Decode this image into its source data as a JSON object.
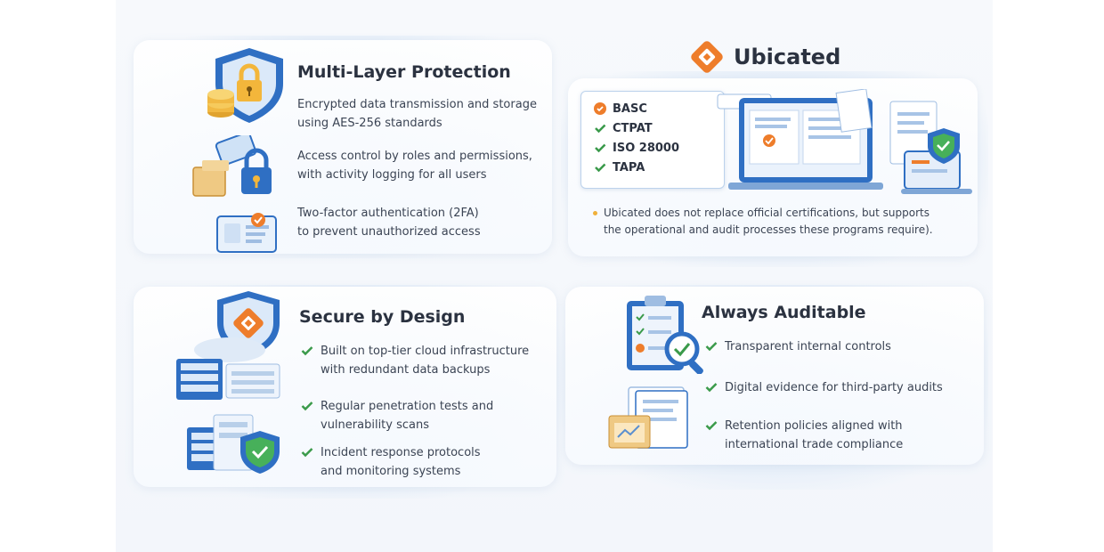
{
  "colors": {
    "accent_orange": "#ee7d2b",
    "shield_blue": "#2f6fc3",
    "check_green": "#3a9a4a",
    "panel_bg": "#f5f8fc"
  },
  "multi_layer": {
    "title": "Multi-Layer Protection",
    "items": [
      {
        "text": "Encrypted data transmission and storage\nusing AES-256 standards",
        "icon": "shield-lock-icon"
      },
      {
        "text": "Access control by roles and permissions,\nwith activity logging for all users",
        "icon": "padlock-icon"
      },
      {
        "text": "Two-factor authentication (2FA)\nto prevent unauthorized access",
        "icon": "id-card-icon"
      }
    ]
  },
  "ubicated": {
    "brand": "Ubicated",
    "certs": [
      {
        "label": "BASC",
        "status": "orange"
      },
      {
        "label": "CTPAT",
        "status": "green"
      },
      {
        "label": "ISO 28000",
        "status": "green"
      },
      {
        "label": "TAPA",
        "status": "green"
      }
    ],
    "note": "Ubicated does not replace official certifications, but supports\nthe operational and audit processes these programs require)."
  },
  "secure": {
    "title": "Secure by Design",
    "items": [
      {
        "text": "Built on top-tier cloud infrastructure\nwith redundant data backups"
      },
      {
        "text": "Regular penetration tests and\nvulnerability scans"
      },
      {
        "text": "Incident response protocols\nand monitoring systems"
      }
    ]
  },
  "auditable": {
    "title": "Always Auditable",
    "items": [
      {
        "text": "Transparent internal controls"
      },
      {
        "text": "Digital evidence for third-party audits"
      },
      {
        "text": "Retention policies aligned with\ninternational trade compliance"
      }
    ]
  }
}
